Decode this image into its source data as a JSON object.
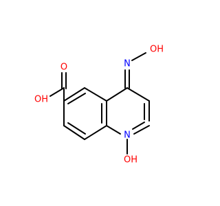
{
  "colors": {
    "carbon_bond": "#000000",
    "oxygen": "#ff0000",
    "nitrogen": "#0000ff"
  },
  "atoms": {
    "acid_oh": "OH",
    "acid_o": "O",
    "oxime_n": "N",
    "oxime_oh": "OH",
    "ring_n": "N",
    "n_oh": "OH"
  }
}
